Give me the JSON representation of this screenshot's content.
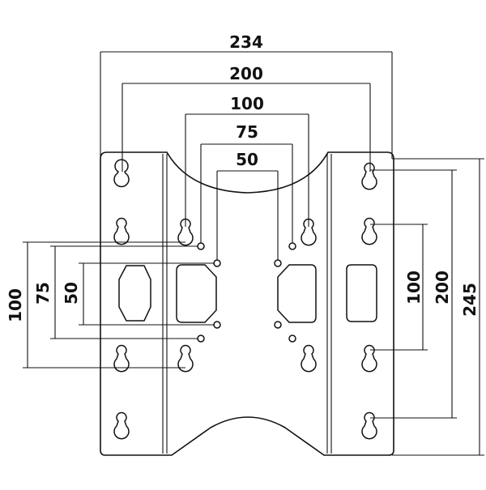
{
  "dimensions": {
    "top": [
      "234",
      "200",
      "100",
      "75",
      "50"
    ],
    "left": [
      "100",
      "75",
      "50"
    ],
    "right": [
      "100",
      "200",
      "245"
    ]
  },
  "colors": {
    "line": "#111111",
    "background": "#ffffff"
  }
}
